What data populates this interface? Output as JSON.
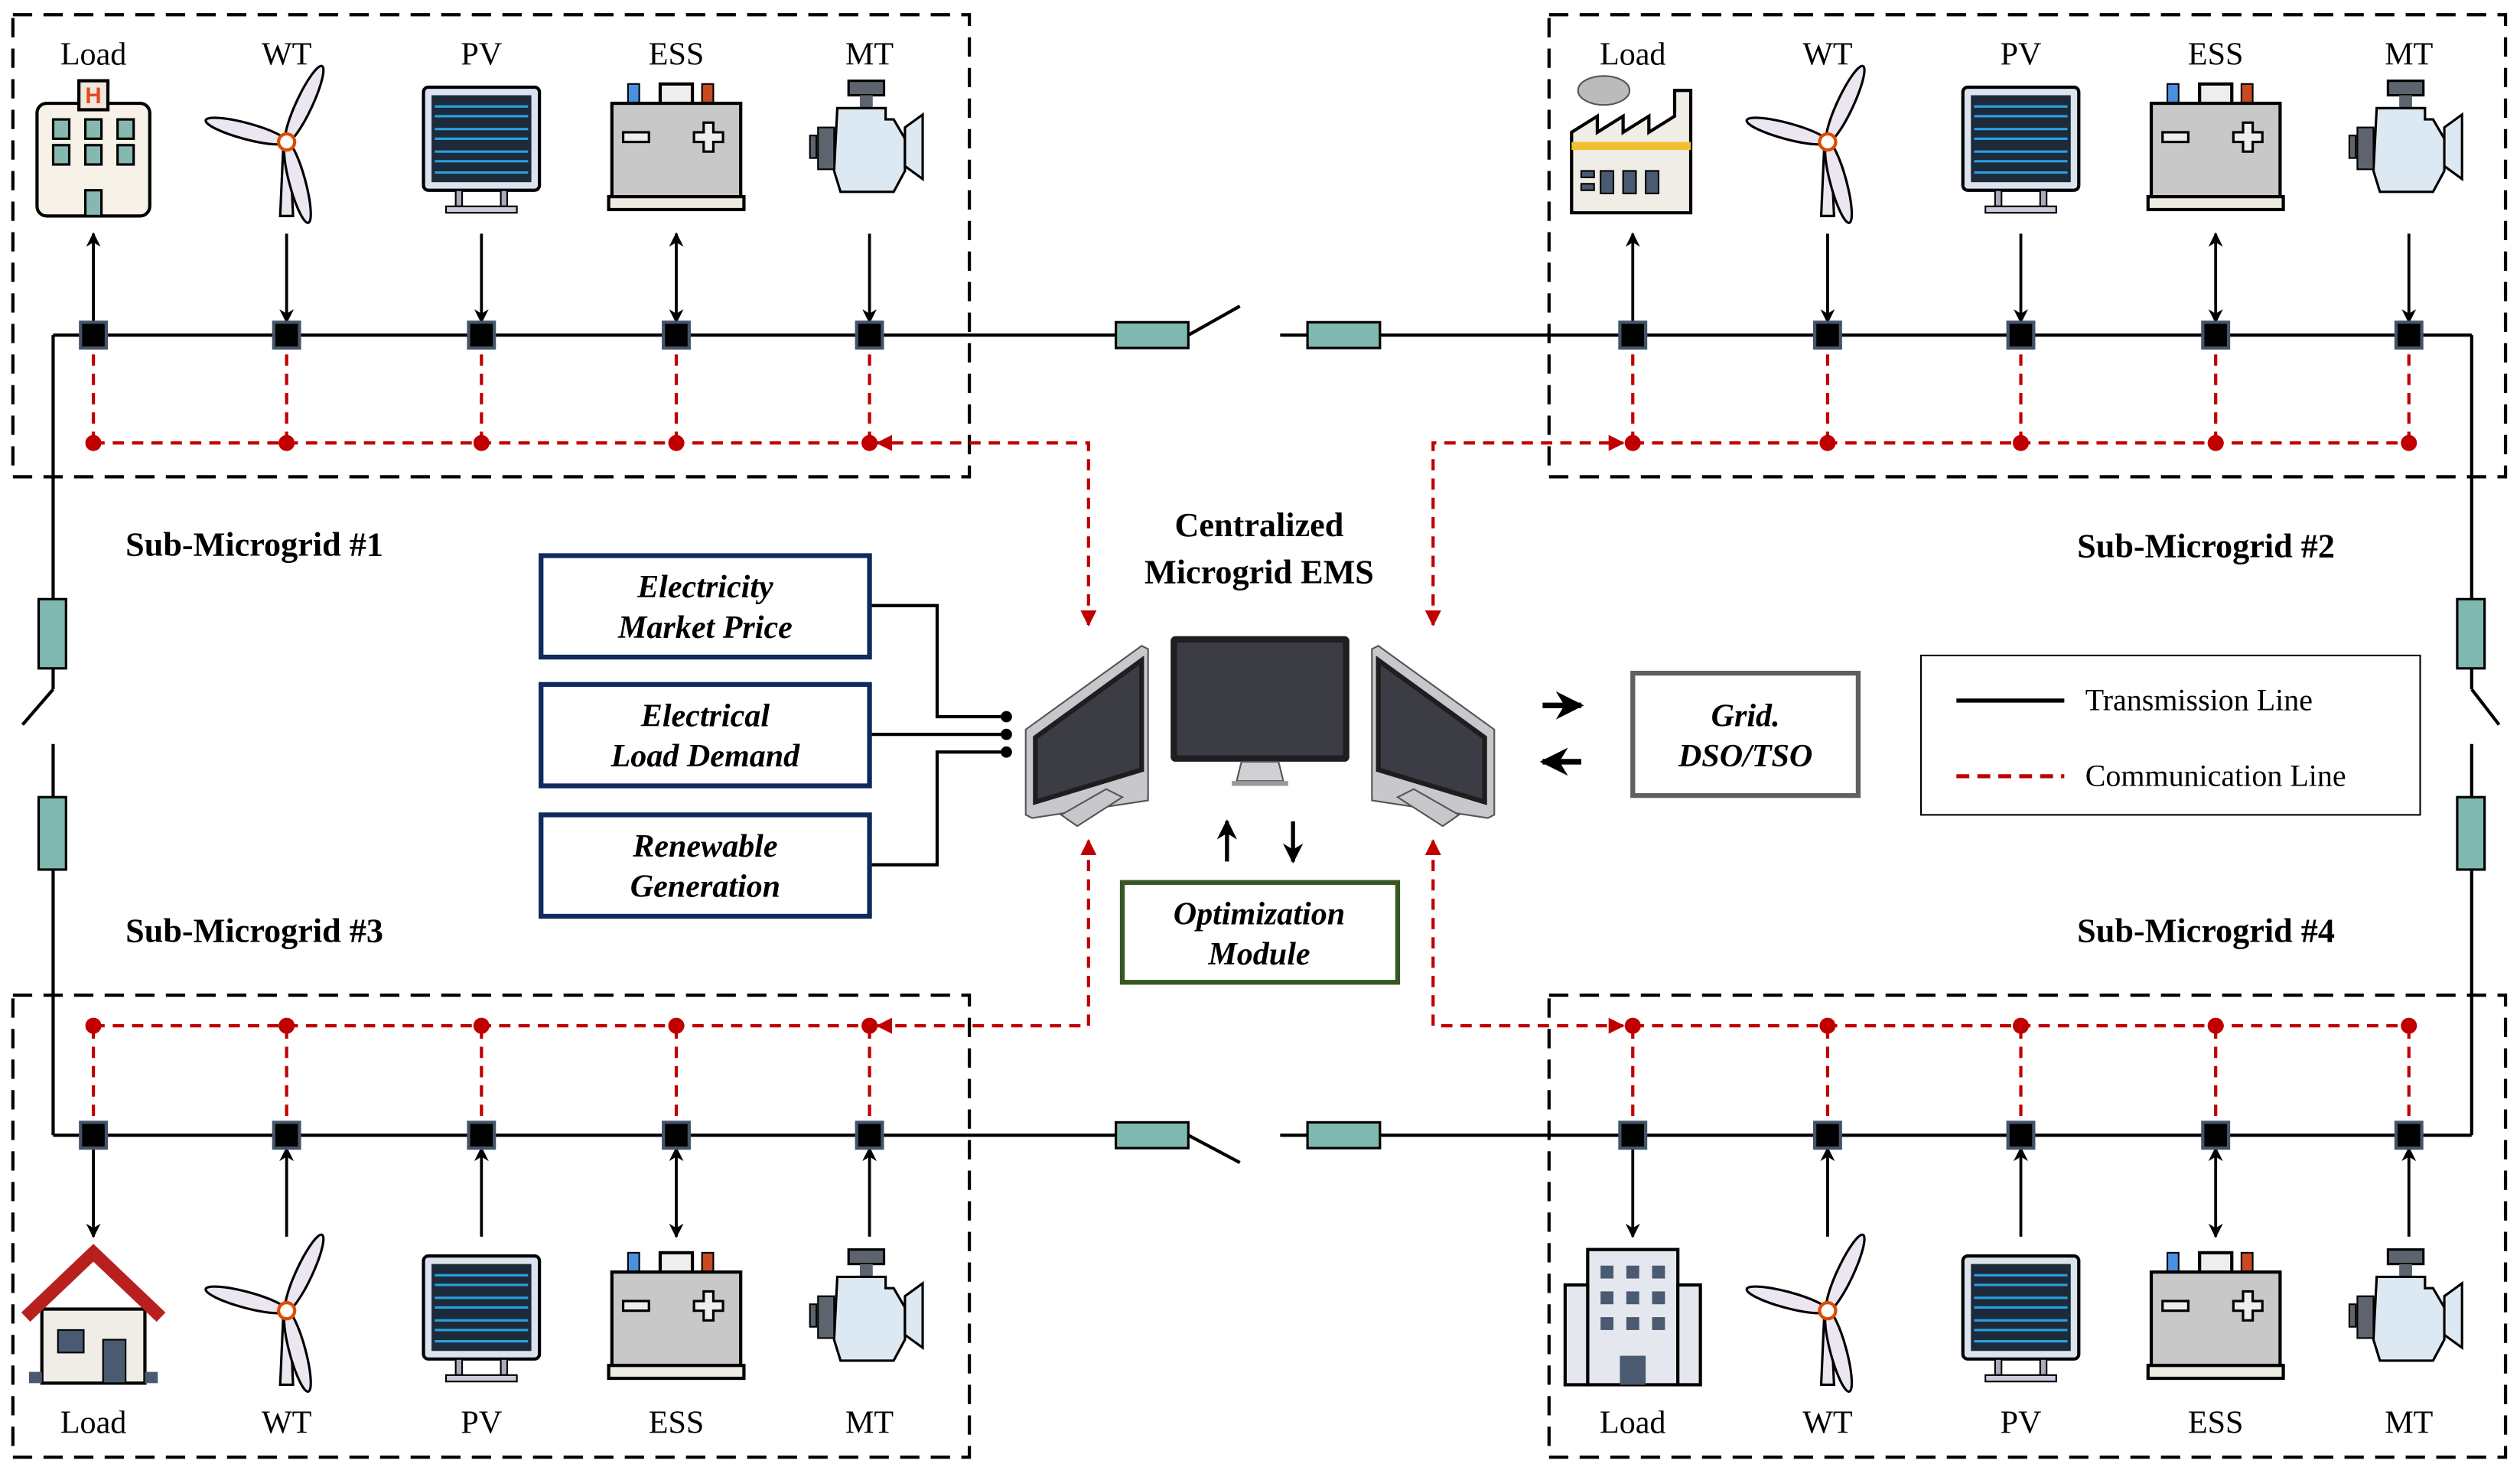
{
  "center": {
    "title_line1": "Centralized",
    "title_line2": "Microgrid EMS"
  },
  "subgrids": [
    {
      "title": "Sub-Microgrid #1",
      "load_icon": "hospital-icon",
      "columns": [
        "Load",
        "WT",
        "PV",
        "ESS",
        "MT"
      ]
    },
    {
      "title": "Sub-Microgrid #2",
      "load_icon": "factory-icon",
      "columns": [
        "Load",
        "WT",
        "PV",
        "ESS",
        "MT"
      ]
    },
    {
      "title": "Sub-Microgrid #3",
      "load_icon": "house-icon",
      "columns": [
        "Load",
        "WT",
        "PV",
        "ESS",
        "MT"
      ]
    },
    {
      "title": "Sub-Microgrid #4",
      "load_icon": "office-building-icon",
      "columns": [
        "Load",
        "WT",
        "PV",
        "ESS",
        "MT"
      ]
    }
  ],
  "inputs": [
    {
      "line1": "Electricity",
      "line2": "Market Price"
    },
    {
      "line1": "Electrical",
      "line2": "Load Demand"
    },
    {
      "line1": "Renewable",
      "line2": "Generation"
    }
  ],
  "optimization": {
    "line1": "Optimization",
    "line2": "Module"
  },
  "grid": {
    "line1": "Grid.",
    "line2": "DSO/TSO"
  },
  "legend": {
    "transmission": "Transmission Line",
    "communication": "Communication Line"
  },
  "colors": {
    "transmission": "#000000",
    "communication": "#c00000",
    "input_box": "#0f2a5c",
    "optimization_box": "#375623",
    "grid_box": "#606060",
    "breaker": "#7fb8b0"
  }
}
